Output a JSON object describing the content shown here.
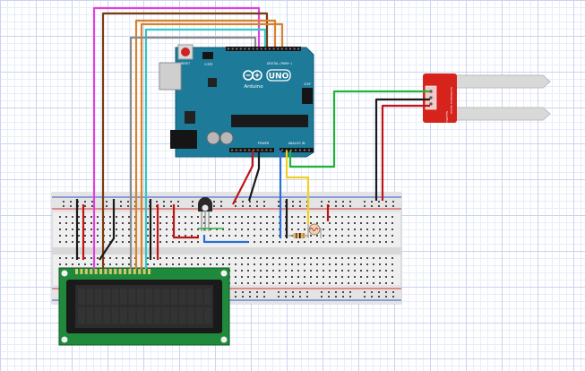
{
  "arduino": {
    "brand": "Arduino",
    "model": "UNO",
    "reset_label": "RESET",
    "icsp_label": "ICSP2",
    "digital_label": "DIGITAL (PWM~)",
    "power_label": "POWER",
    "analog_label": "ANALOG IN",
    "icsp_right_label": "ICSP"
  },
  "sensor": {
    "label_top": "Soil Moisture Sensor",
    "label_bottom": "SparkFun"
  },
  "colors": {
    "magenta": "#e040e0",
    "brown": "#7a3b10",
    "orange": "#d9822b",
    "cyan": "#35c6c6",
    "gray": "#8a8a8a",
    "green": "#22b33a",
    "red": "#c01515",
    "black": "#1a1a1a",
    "blue": "#2a6fd6",
    "yellow": "#f0d020",
    "arduino": "#1d7a99",
    "lcd_board": "#1f8a3c",
    "sensor_board": "#d6241c"
  },
  "icons": [
    "arduino-logo-icon",
    "reset-button-icon",
    "usb-port-icon",
    "power-jack-icon",
    "transistor-icon",
    "resistor-icon",
    "photoresistor-icon"
  ]
}
